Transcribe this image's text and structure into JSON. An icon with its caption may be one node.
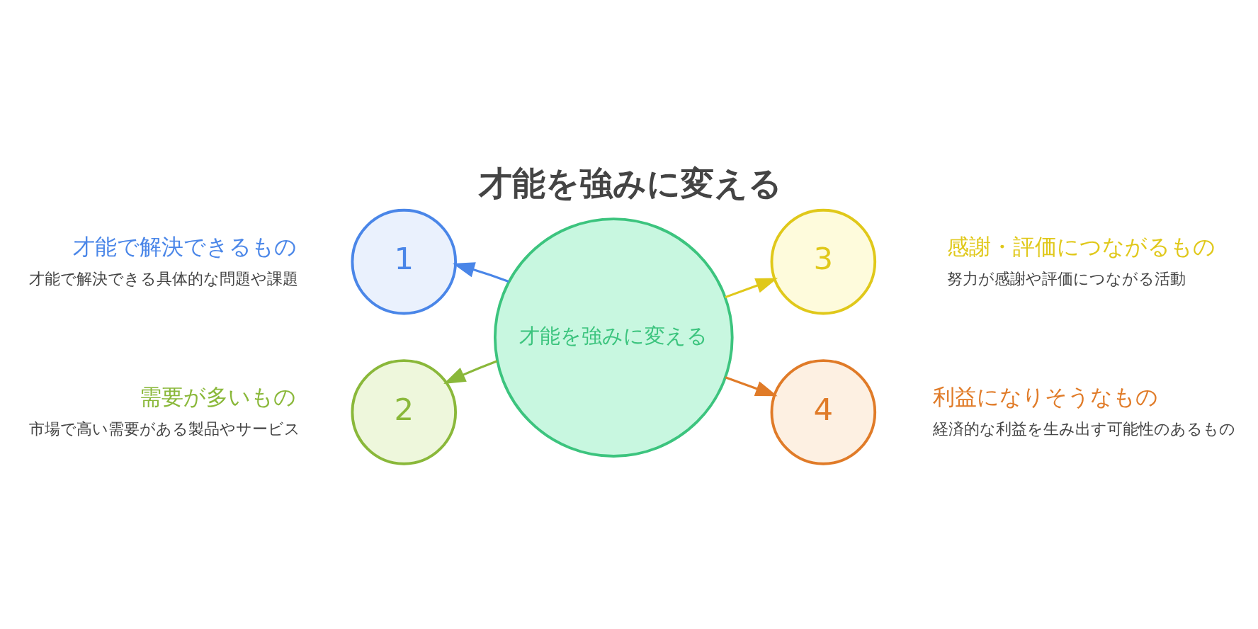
{
  "diagram": {
    "title": "才能を強みに変える",
    "nodes": [
      {
        "text": [
          "2"
        ],
        "beside": [
          "需要が多いもの",
          "市場で高い需要がある製品やサービス"
        ]
      },
      {
        "text": [
          "1"
        ],
        "beside": [
          "才能で解決できるもの",
          "才能で解決できる具体的な問題や課題"
        ]
      },
      {
        "text": [
          "才能を強みに変える"
        ]
      },
      {
        "text": [
          "3"
        ],
        "beside": [
          "感謝・評価につながるもの",
          "努力が感謝や評価につながる活動"
        ]
      },
      {
        "text": [
          "4"
        ],
        "beside": [
          "利益になりそうなもの",
          "経済的な利益を生み出す可能性のあるもの"
        ]
      }
    ],
    "edges": [
      {
        "from": 2,
        "to": 0,
        "arrow": "to",
        "color": "#8ab83a"
      },
      {
        "from": 2,
        "to": 1,
        "arrow": "to",
        "color": "#4a86e8"
      },
      {
        "from": 2,
        "to": 3,
        "arrow": "to",
        "color": "#e0c81a"
      },
      {
        "from": 2,
        "to": 4,
        "arrow": "to",
        "color": "#e07b28"
      }
    ]
  }
}
